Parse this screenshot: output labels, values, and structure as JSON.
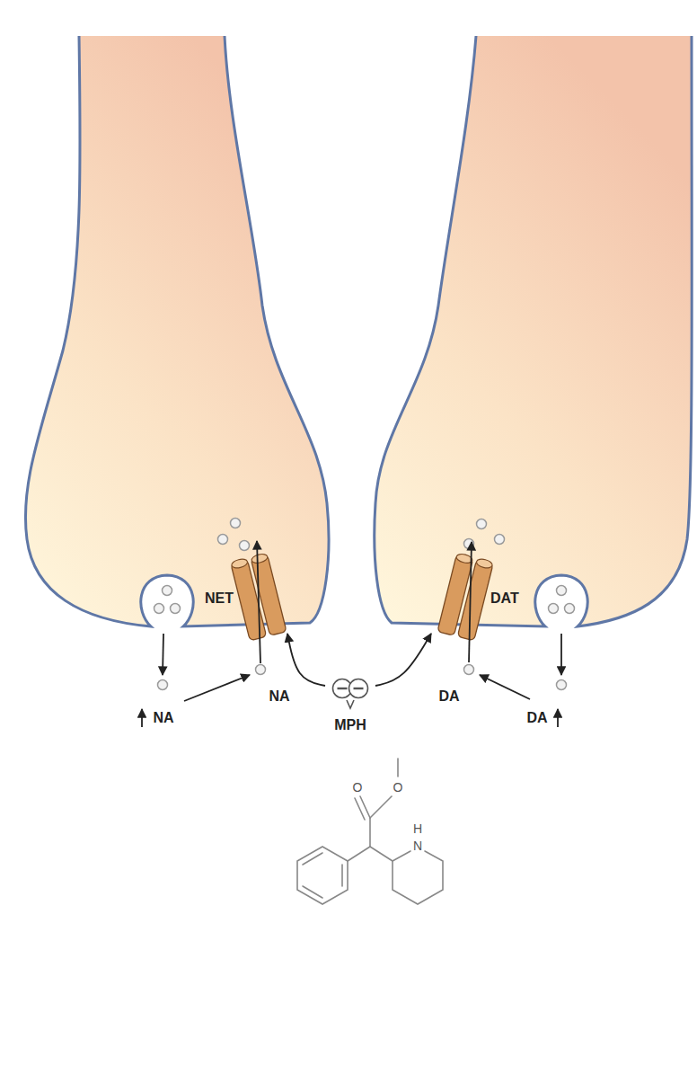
{
  "diagram": {
    "nodes": [
      {
        "text": [
          "NET"
        ]
      },
      {
        "text": [
          "DAT"
        ]
      },
      {
        "text": [
          "MPH"
        ]
      }
    ],
    "edges": [
      {
        "from": 2,
        "to": 0,
        "arrow": "to"
      },
      {
        "from": 2,
        "to": 1,
        "arrow": "to"
      }
    ],
    "labels": [
      "NA",
      "NA",
      "DA",
      "DA",
      "O",
      "O",
      "N",
      "H"
    ]
  }
}
